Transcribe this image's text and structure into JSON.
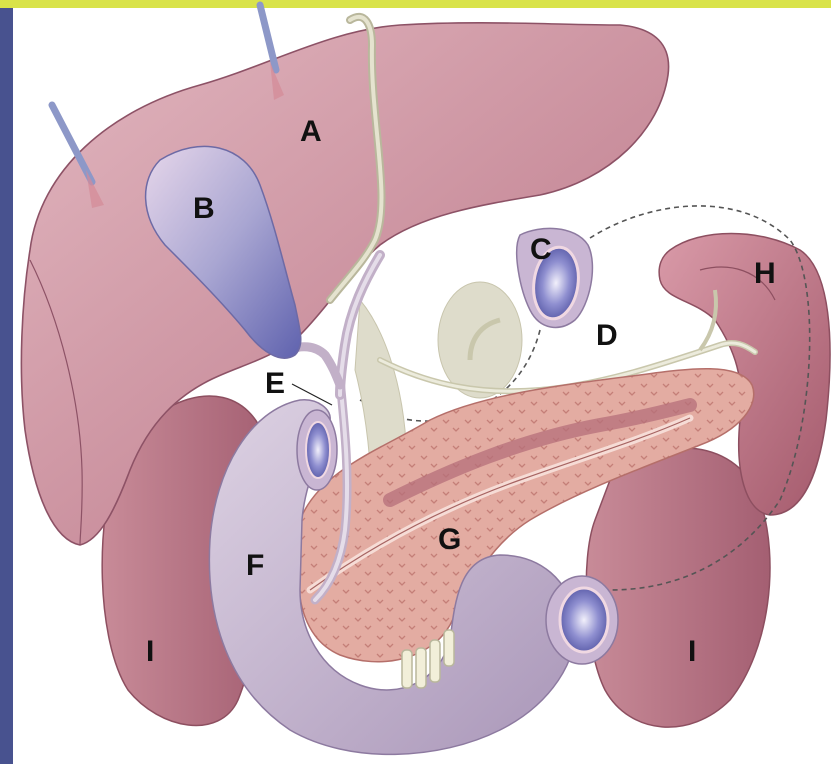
{
  "labels": {
    "a": "A",
    "b": "B",
    "c": "C",
    "d": "D",
    "e": "E",
    "f": "F",
    "g": "G",
    "h": "H",
    "i_left": "I",
    "i_right": "I"
  },
  "colors": {
    "frame_left": "#48528f",
    "frame_top": "#d9e34a",
    "liver": "#c98e9c",
    "gallbladder": "#9a9ccc",
    "duodenum": "#c6b7cf",
    "pancreas": "#d8a19a",
    "spleen": "#b86f7e",
    "kidney": "#b87482",
    "vessel": "#d9d9c2",
    "probe": "#8d98c8"
  }
}
